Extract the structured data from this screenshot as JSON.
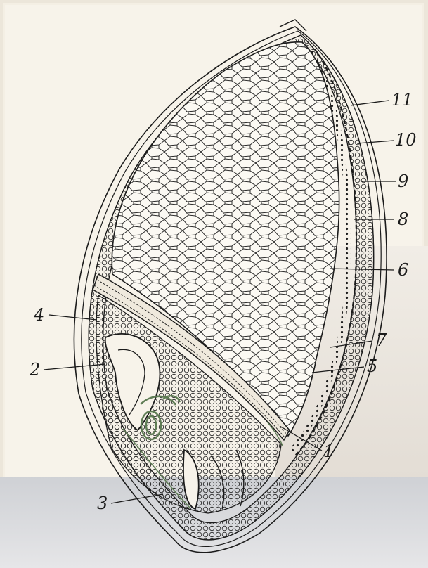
{
  "figure": {
    "callouts": [
      {
        "id": "c11",
        "text": "11"
      },
      {
        "id": "c10",
        "text": "10"
      },
      {
        "id": "c9",
        "text": "9"
      },
      {
        "id": "c8",
        "text": "8"
      },
      {
        "id": "c6",
        "text": "6"
      },
      {
        "id": "c7",
        "text": "7"
      },
      {
        "id": "c5",
        "text": "5"
      },
      {
        "id": "c4",
        "text": "4"
      },
      {
        "id": "c2",
        "text": "2"
      },
      {
        "id": "c1",
        "text": "1"
      },
      {
        "id": "c3",
        "text": "3"
      }
    ]
  },
  "colors": {
    "line": "#1b1b1b",
    "embryo": "#5f7d55",
    "paper": "#f7f3ea"
  }
}
